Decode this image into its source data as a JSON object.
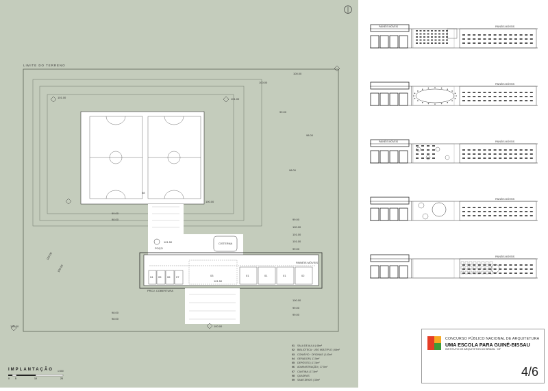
{
  "site": {
    "boundary_label": "LIMITE DO TERRENO",
    "court_label": "08",
    "well_label": "POÇO",
    "cistern_label": "CISTERNA",
    "coverage_label": "PROJ. COBERTURA",
    "panels_label": "PAINÉIS MÓVEIS",
    "rooms": [
      "04",
      "05",
      "06",
      "07",
      "03",
      "01",
      "01",
      "01",
      "02"
    ],
    "levels": [
      "100.00",
      "101.00",
      "101.00",
      "100.00",
      "99.00",
      "98.00",
      "100.00",
      "98.00",
      "99.00",
      "99.00",
      "100.00",
      "101.00",
      "101.50",
      "101.50",
      "101.00",
      "99.00",
      "98.00",
      "100.00",
      "100.00",
      "99.00",
      "98.00",
      "100.00",
      "98.00",
      "99.00",
      "100.00",
      "100.00"
    ]
  },
  "legend": [
    {
      "num": "01",
      "text": "SALA DE AULA | 48m²"
    },
    {
      "num": "02",
      "text": "BIBLIOTECA · USO MÚLTIPLO | 48m²"
    },
    {
      "num": "03",
      "text": "CONVÍVIO · OFICINAS | 143m²"
    },
    {
      "num": "04",
      "text": "GERADOR | 17,5m²"
    },
    {
      "num": "05",
      "text": "DEPÓSITO | 17,5m²"
    },
    {
      "num": "06",
      "text": "ADMINISTRAÇÃO | 17,5m²"
    },
    {
      "num": "07",
      "text": "CANTINA | 17,5m²"
    },
    {
      "num": "08",
      "text": "QUADRAS"
    },
    {
      "num": "09",
      "text": "SANITÁRIOS | 35m²"
    }
  ],
  "implantacao": {
    "title": "IMPLANTAÇÃO",
    "scale": "1:500",
    "ticks": [
      "0",
      "5",
      "10",
      "20"
    ]
  },
  "variants": [
    {
      "left_label": "PAINÉIS MÓVEIS",
      "right_label": "PAINÉIS MÓVEIS"
    },
    {
      "left_label": "",
      "right_label": "PAINÉIS MÓVEIS"
    },
    {
      "left_label": "PAINÉIS MÓVEIS",
      "right_label": "PAINÉIS MÓVEIS"
    },
    {
      "left_label": "",
      "right_label": "PAINÉIS MÓVEIS"
    },
    {
      "left_label": "",
      "right_label": "PAINÉIS MÓVEIS"
    }
  ],
  "title_block": {
    "line1": "CONCURSO PÚBLICO NACIONAL DE ARQUITETURA",
    "line2": "UMA ESCOLA PARA GUINÉ-BISSAU",
    "line3": "INSTITUTO DE ARQUITETOS DO BRASIL · DF",
    "page": "4/6",
    "logo_colors": [
      "#e53d26",
      "#f7a823",
      "#3d9b39"
    ]
  }
}
